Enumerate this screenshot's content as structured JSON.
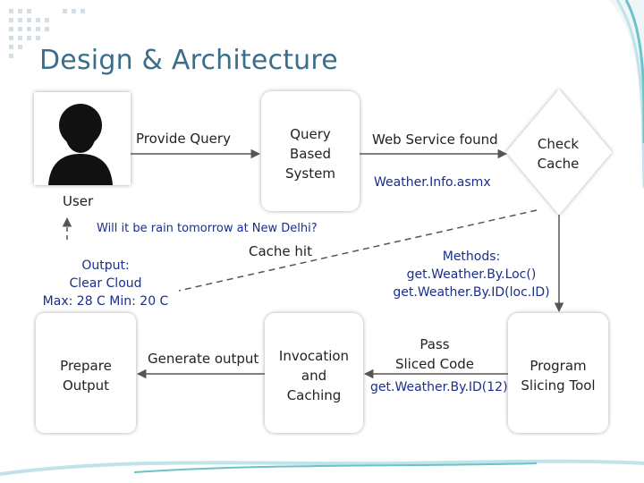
{
  "slide": {
    "title": "Design & Architecture"
  },
  "diagram": {
    "user_label": "User",
    "provide_query": "Provide Query",
    "query_box": [
      "Query",
      "Based",
      "System"
    ],
    "web_service_found": "Web Service found",
    "check_cache": [
      "Check",
      "Cache"
    ],
    "weather_asmx": "Weather.Info.asmx",
    "question": "Will it be rain tomorrow at New Delhi?",
    "cache_hit": "Cache hit",
    "output": [
      "Output:",
      "Clear Cloud",
      "Max: 28 C Min: 20 C"
    ],
    "methods": [
      "Methods:",
      "get.Weather.By.Loc()",
      "get.Weather.By.ID(loc.ID)"
    ],
    "prepare_output": [
      "Prepare",
      "Output"
    ],
    "generate_output": "Generate output",
    "invocation_box": [
      "Invocation",
      "and",
      "Caching"
    ],
    "pass_sliced": [
      "Pass",
      "Sliced Code"
    ],
    "get_by_id_12": "get.Weather.By.ID(12)",
    "program_slicing": [
      "Program",
      "Slicing Tool"
    ]
  },
  "colors": {
    "title": "#3a6f8c",
    "accent_teal": "#6cc3c8",
    "decor_dots": "#d6dde3",
    "blue_text": "#1a2e8a"
  }
}
